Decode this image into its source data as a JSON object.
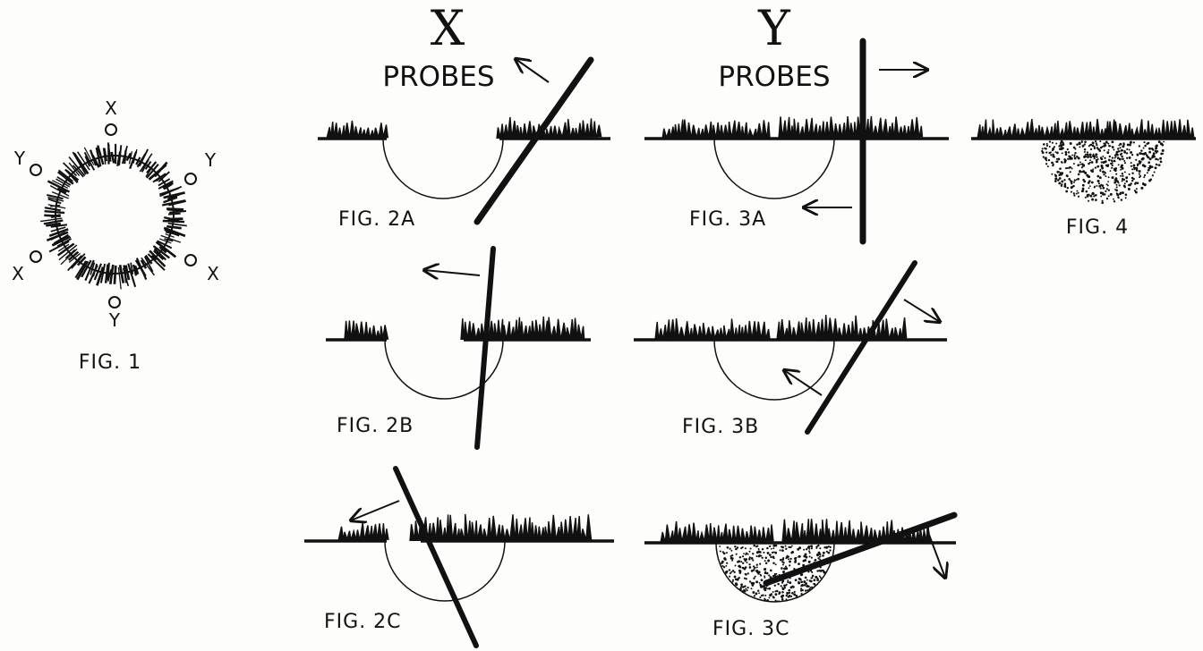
{
  "headers": {
    "x": {
      "letter": "X",
      "word": "PROBES"
    },
    "y": {
      "letter": "Y",
      "word": "PROBES"
    }
  },
  "fig1": {
    "label": "FIG. 1",
    "ring_labels": {
      "x": "X",
      "y": "Y"
    }
  },
  "labels": {
    "fig2a": "FIG. 2A",
    "fig2b": "FIG. 2B",
    "fig2c": "FIG. 2C",
    "fig3a": "FIG. 3A",
    "fig3b": "FIG. 3B",
    "fig3c": "FIG. 3C",
    "fig4": "FIG. 4"
  }
}
